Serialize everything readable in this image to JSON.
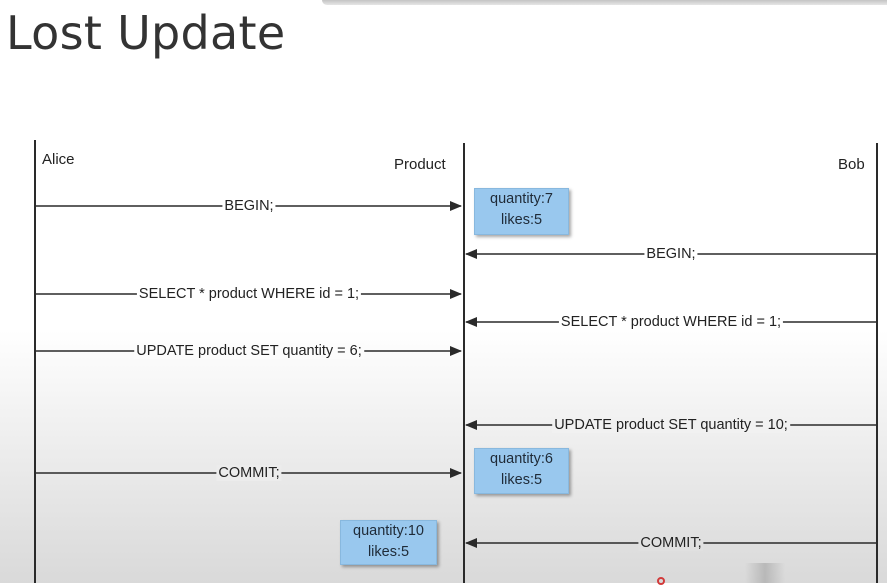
{
  "slide": {
    "title": "Lost Update"
  },
  "actors": {
    "alice": "Alice",
    "product": "Product",
    "bob": "Bob"
  },
  "messages": {
    "alice_begin": "BEGIN;",
    "bob_begin": "BEGIN;",
    "alice_select": "SELECT * product WHERE id = 1;",
    "bob_select": "SELECT * product WHERE id = 1;",
    "alice_update": "UPDATE product SET quantity = 6;",
    "bob_update": "UPDATE product SET quantity = 10;",
    "alice_commit": "COMMIT;",
    "bob_commit": "COMMIT;"
  },
  "states": {
    "initial": {
      "quantity": "quantity:7",
      "likes": "likes:5"
    },
    "after_alice": {
      "quantity": "quantity:6",
      "likes": "likes:5"
    },
    "after_bob": {
      "quantity": "quantity:10",
      "likes": "likes:5"
    }
  },
  "colors": {
    "state_box": "#99c8ee",
    "line": "#2a2a2a"
  }
}
